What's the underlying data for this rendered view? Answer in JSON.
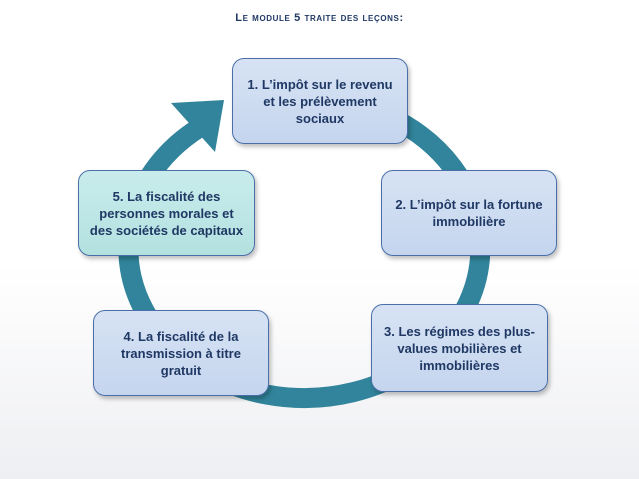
{
  "title": "Le module 5  traite des leçons:",
  "steps": [
    {
      "label": "1. L’impôt sur le revenu et les prélèvement sociaux"
    },
    {
      "label": "2. L’impôt sur la fortune immobilière"
    },
    {
      "label": "3. Les régimes des plus-values mobilières et immobilières"
    },
    {
      "label": "4. La fiscalité de la transmission à titre gratuit"
    },
    {
      "label": "5. La fiscalité des personnes morales et des sociétés de capitaux"
    }
  ],
  "colors": {
    "ring": "#31849b",
    "box_blue": "#c6d6ef",
    "box_teal": "#b6e3e2",
    "box_border": "#4a6fa8",
    "text": "#1f3864"
  }
}
